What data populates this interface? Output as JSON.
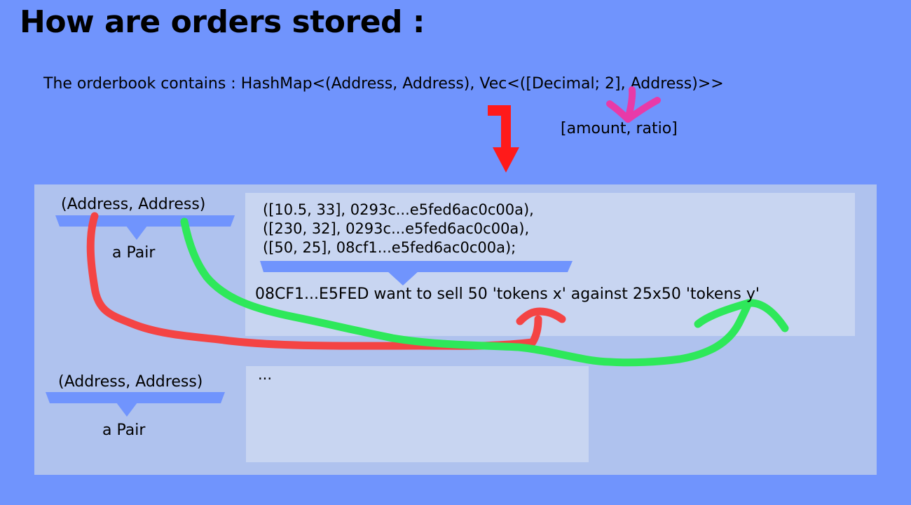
{
  "title": "How are orders stored :",
  "description": "The orderbook contains : HashMap<(Address, Address), Vec<([Decimal; 2], Address)>>",
  "annotation": "[amount, ratio]",
  "pairs": [
    {
      "key": "(Address, Address)",
      "caption": "a Pair"
    },
    {
      "key": "(Address, Address)",
      "caption": "a Pair"
    }
  ],
  "orders": [
    "([10.5, 33], 0293c...e5fed6ac0c00a),",
    "([230, 32], 0293c...e5fed6ac0c00a),",
    "([50, 25], 08cf1...e5fed6ac0c00a);"
  ],
  "explanation": "08CF1...E5FED want to sell 50 'tokens x' against 25x50 'tokens y'",
  "ellipsis": "...",
  "colors": {
    "background": "#7094fd",
    "panel": "#afc2ee",
    "box": "#c8d5f1",
    "red_arrow": "#ff1a1a",
    "red_stroke": "#f44444",
    "green_stroke": "#2ee85a",
    "pink_stroke": "#e83aa8"
  }
}
